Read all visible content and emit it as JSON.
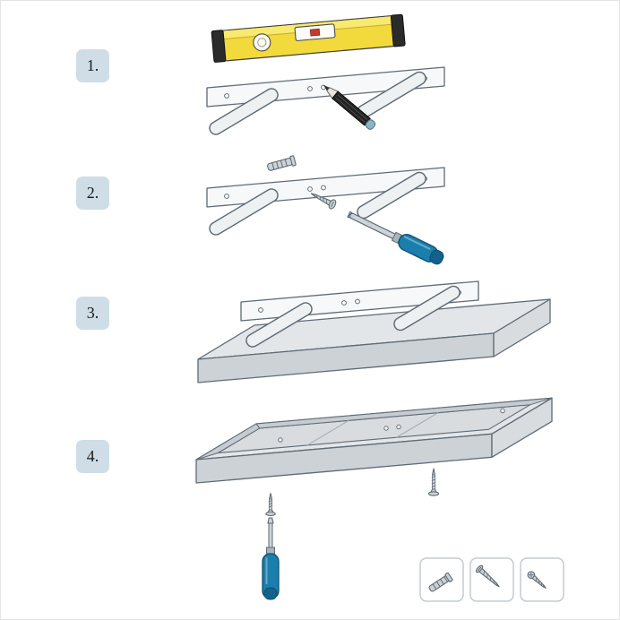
{
  "steps": [
    {
      "label": "1."
    },
    {
      "label": "2."
    },
    {
      "label": "3."
    },
    {
      "label": "4."
    }
  ],
  "legend": {
    "items": [
      {
        "icon": "wall-plug-icon"
      },
      {
        "icon": "long-screw-icon"
      },
      {
        "icon": "short-screw-icon"
      }
    ]
  },
  "colors": {
    "step_badge_bg": "#cfdde6",
    "step_badge_text": "#1a1a1a",
    "level_yellow": "#f2d93c",
    "level_caps_black": "#2b2b2b",
    "vial_red": "#c43b2e",
    "tool_handle_blue": "#1b7fad",
    "metal_gray": "#ccd3d7",
    "shelf_gray": "#e3e6e9",
    "outline_gray": "#5f6b75"
  }
}
